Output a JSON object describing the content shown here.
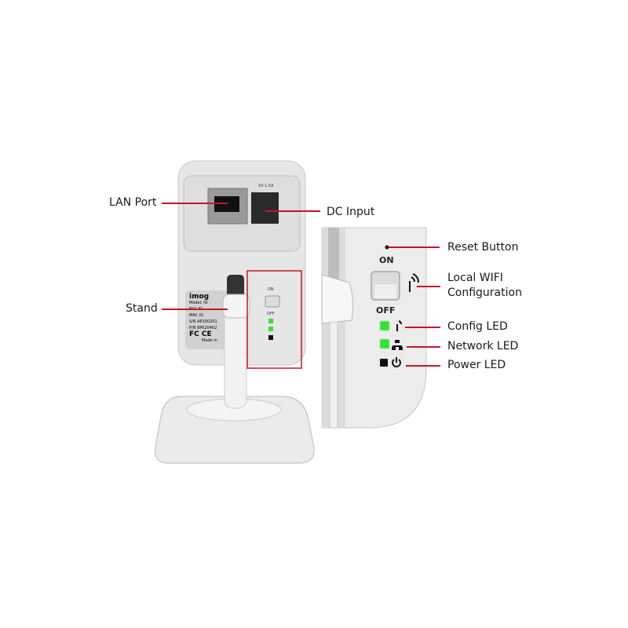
{
  "callouts": {
    "lan_port": "LAN Port",
    "dc_input": "DC Input",
    "stand": "Stand",
    "reset_button": "Reset Button",
    "local_wifi": [
      "Local WIFI",
      "Configuration"
    ],
    "config_led": "Config LED",
    "network_led": "Network LED",
    "power_led": "Power LED"
  },
  "device": {
    "power_rating": "5V-1.5A",
    "switch_on": "ON",
    "switch_off": "OFF",
    "label_lines": [
      "imog",
      "Model: iO",
      "FCC ID",
      "MAC ID",
      "S/N AP100201",
      "P/N 8PK20402",
      "FC CE",
      "Made in"
    ],
    "led_states": {
      "config": "on",
      "network": "on",
      "power": "off"
    }
  },
  "colors": {
    "callout_line": "#c4162a",
    "led_on": "#3ddc3d",
    "led_off": "#111111",
    "body": "#e9e9e9"
  }
}
